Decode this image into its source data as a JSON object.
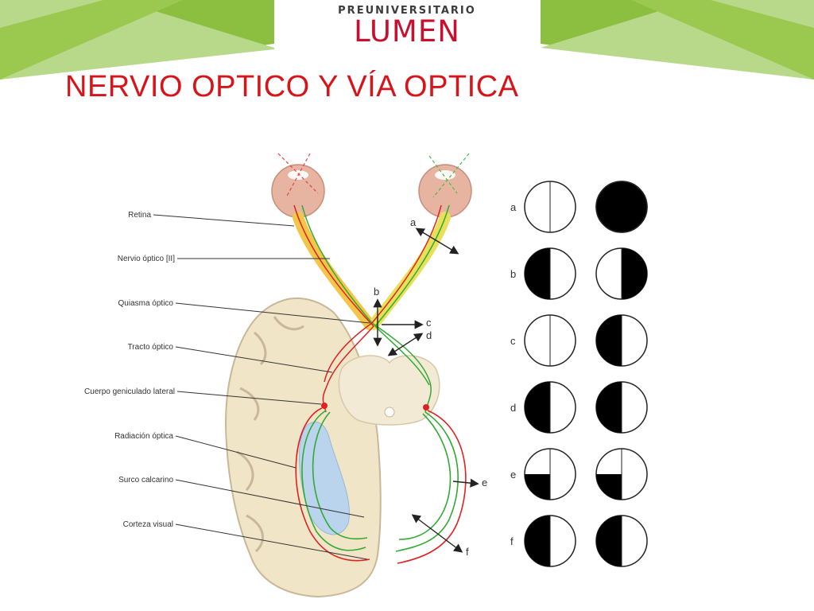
{
  "header": {
    "logo_top": "PREUNIVERSITARIO",
    "logo_main": "LUMEN",
    "title": "NERVIO OPTICO Y VÍA OPTICA"
  },
  "colors": {
    "green_dark": "#8cbf3f",
    "green_light": "#b9d98a",
    "title_red": "#d7141a",
    "logo_red": "#c8102e"
  },
  "diagram": {
    "labels": [
      "Retina",
      "Nervio óptico [II]",
      "Quiasma óptico",
      "Tracto óptico",
      "Cuerpo geniculado lateral",
      "Radiación óptica",
      "Surco calcarino",
      "Corteza visual"
    ],
    "lesion_letters": [
      "a",
      "b",
      "c",
      "d",
      "e",
      "f"
    ],
    "visual_field_defects": [
      {
        "letter": "a",
        "left_eye": "normal",
        "right_eye": "full-black"
      },
      {
        "letter": "b",
        "left_eye": "left-half-black",
        "right_eye": "right-half-black"
      },
      {
        "letter": "c",
        "left_eye": "normal",
        "right_eye": "left-half-black"
      },
      {
        "letter": "d",
        "left_eye": "left-half-black",
        "right_eye": "left-half-black"
      },
      {
        "letter": "e",
        "left_eye": "lower-left-quadrant-black",
        "right_eye": "lower-left-quadrant-black"
      },
      {
        "letter": "f",
        "left_eye": "left-half-black",
        "right_eye": "left-half-black"
      }
    ]
  }
}
